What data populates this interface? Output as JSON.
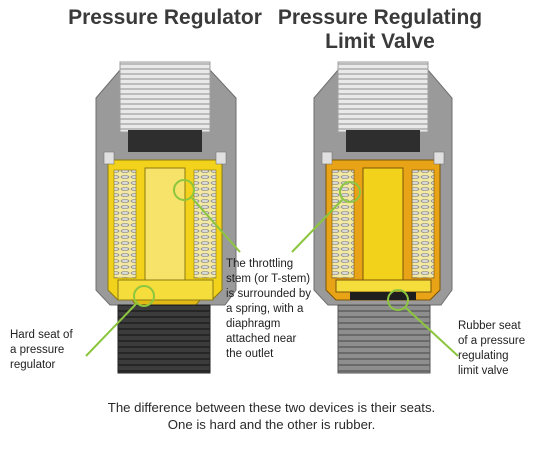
{
  "titles": {
    "left": "Pressure Regulator",
    "right": "Pressure Regulating\nLimit Valve"
  },
  "labels": {
    "stem": "The throttling\nstem (or T-stem)\nis surrounded by\na spring, with a\ndiaphragm\nattached near\nthe outlet",
    "hard_seat": "Hard seat of\na pressure\nregulator",
    "rubber_seat": "Rubber seat\nof a pressure\nregulating\nlimit valve"
  },
  "caption": "The difference between these two devices is their seats.\nOne is hard and the other is rubber.",
  "colors": {
    "body_gray": "#9a9a9a",
    "dark_gray": "#4a4a4a",
    "brass_yellow": "#f2d21b",
    "amber": "#e8a317",
    "callout_green": "#8cc63f",
    "thread_black": "#3c3c3c"
  }
}
